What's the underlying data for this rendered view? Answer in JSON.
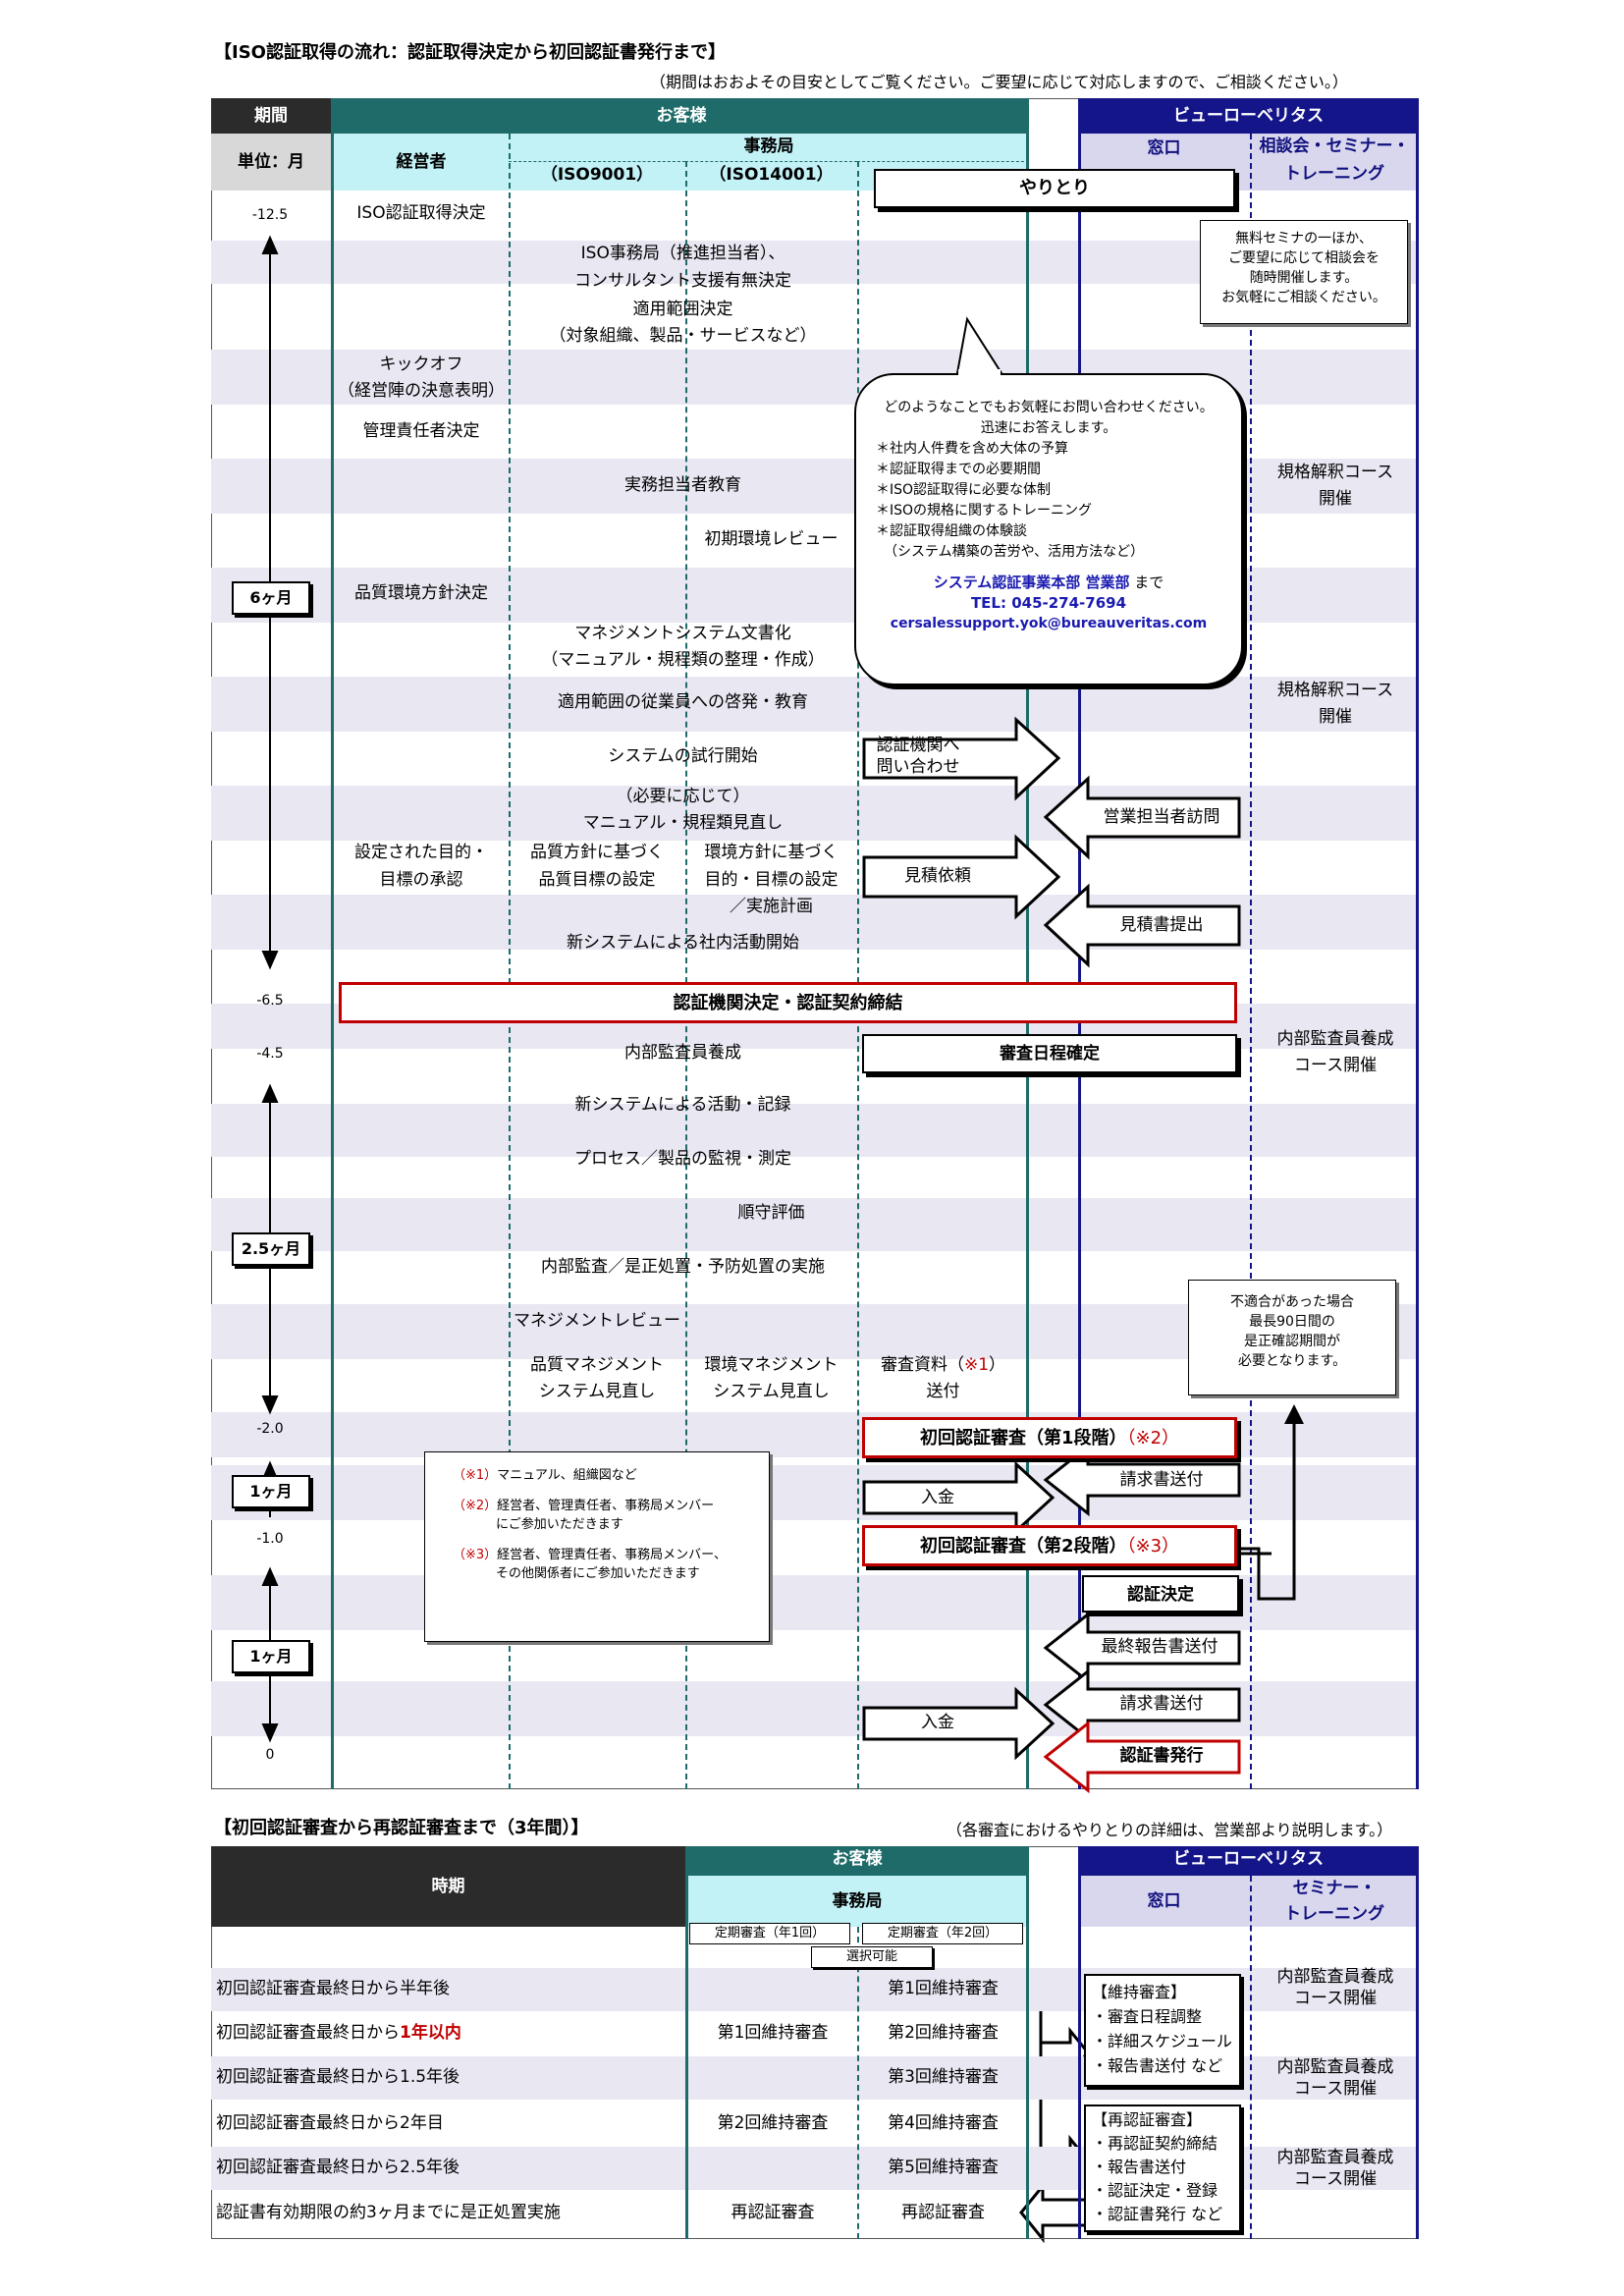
{
  "page": {
    "title1": "【ISO認証取得の流れ：認証取得決定から初回認証書発行まで】",
    "note1": "（期間はおおよその目安としてご覧ください。ご要望に応じて対応しますので、ご相談ください。）",
    "title2": "【初回認証審査から再認証審査まで（3年間）】",
    "note2": "（各審査におけるやりとりの詳細は、営業部より説明します。）"
  },
  "header": {
    "period": "期間",
    "unit": "単位：月",
    "customer": "お客様",
    "executive": "経営者",
    "office": "事務局",
    "iso9001": "（ISO9001）",
    "iso14001": "（ISO14001）",
    "bv": "ビューローベリタス",
    "window": "窓口",
    "consult": "相談会・セミナー・",
    "training": "トレーニング",
    "yaritori": "やりとり"
  },
  "time": {
    "t1": "-12.5",
    "t2": "-6.5",
    "t3": "-4.5",
    "t4": "-2.0",
    "t5": "-1.0",
    "t6": "0",
    "m1": "6ヶ月",
    "m2": "2.5ヶ月",
    "m3": "1ヶ月",
    "m4": "1ヶ月"
  },
  "flow": {
    "r1": "ISO認証取得決定",
    "r2a": "ISO事務局（推進担当者）、",
    "r2b": "コンサルタント支援有無決定",
    "r3a": "適用範囲決定",
    "r3b": "（対象組織、製品・サービスなど）",
    "r4a": "キックオフ",
    "r4b": "（経営陣の決意表明）",
    "r5": "管理責任者決定",
    "r6": "実務担当者教育",
    "r7": "初期環境レビュー",
    "r8": "品質環境方針決定",
    "r9a": "マネジメントシステム文書化",
    "r9b": "（マニュアル・規程類の整理・作成）",
    "r10": "適用範囲の従業員への啓発・教育",
    "r11": "システムの試行開始",
    "r12a": "（必要に応じて）",
    "r12b": "マニュアル・規程類見直し",
    "r13a": "設定された目的・",
    "r13b": "目標の承認",
    "r13c": "品質方針に基づく",
    "r13d": "品質目標の設定",
    "r13e": "環境方針に基づく",
    "r13f": "目的・目標の設定",
    "r13g": "／実施計画",
    "r14": "新システムによる社内活動開始",
    "r15": "認証機関決定・認証契約締結",
    "r16": "内部監査員養成",
    "r16b": "審査日程確定",
    "r17": "新システムによる活動・記録",
    "r18": "プロセス／製品の監視・測定",
    "r19": "順守評価",
    "r20": "内部監査／是正処置・予防処置の実施",
    "r21": "マネジメントレビュー",
    "r22a": "品質マネジメント",
    "r22b": "システム見直し",
    "r22c": "環境マネジメント",
    "r22d": "システム見直し",
    "r22e": "審査資料（",
    "r22f": "※1",
    "r22g": "）",
    "r22h": "送付",
    "audit1": "初回認証審査（第1段階）",
    "audit1n": "（※2）",
    "audit2": "初回認証審査（第2段階）",
    "audit2n": "（※3）",
    "inq1": "認証機関へ",
    "inq2": "問い合わせ",
    "visit": "営業担当者訪問",
    "estreq": "見積依頼",
    "estsub": "見積書提出",
    "invoice": "請求書送付",
    "pay": "入金",
    "decision": "認証決定",
    "report": "最終報告書送付",
    "invoice2": "請求書送付",
    "pay2": "入金",
    "issue": "認証書発行"
  },
  "bv": {
    "seminar": [
      "無料セミナの一ほか、",
      "ご要望に応じて相談会を",
      "随時開催します。",
      "お気軽にご相談ください。"
    ],
    "course1a": "規格解釈コース",
    "course1b": "開催",
    "course2a": "規格解釈コース",
    "course2b": "開催",
    "course3a": "内部監査員養成",
    "course3b": "コース開催",
    "nc": [
      "不適合があった場合",
      "最長90日間の",
      "是正確認期間が",
      "必要となります。"
    ]
  },
  "bubble": {
    "l1": "どのようなことでもお気軽にお問い合わせください。",
    "l2": "迅速にお答えします。",
    "items": [
      "＊社内人件費を含め大体の予算",
      "＊認証取得までの必要期間",
      "＊ISO認証取得に必要な体制",
      "＊ISOの規格に関するトレーニング",
      "＊認証取得組織の体験談",
      "（システム構築の苦労や、活用方法など）"
    ],
    "dept": "システム認証事業本部 営業部",
    "made": "まで",
    "tel": "TEL: 045-274-7694",
    "mail": "cersalessupport.yok@bureauveritas.com"
  },
  "notes": {
    "n1a": "（※1）",
    "n1b": "マニュアル、組織図など",
    "n2a": "（※2）",
    "n2b": "経営者、管理責任者、事務局メンバー",
    "n2c": "にご参加いただきます",
    "n3a": "（※3）",
    "n3b": "経営者、管理責任者、事務局メンバー、",
    "n3c": "その他関係者にご参加いただきます"
  },
  "t2": {
    "period": "時期",
    "customer": "お客様",
    "office": "事務局",
    "bv": "ビューローベリタス",
    "window": "窓口",
    "seminar": "セミナー・",
    "training": "トレーニング",
    "y1": "定期審査（年1回）",
    "y2": "定期審査（年2回）",
    "select": "選択可能",
    "rows": [
      {
        "label": "初回認証審査最終日から半年後",
        "a": "",
        "b": "第1回維持審査"
      },
      {
        "label": "初回認証審査最終日から",
        "red": "1年以内",
        "a": "第1回維持審査",
        "b": "第2回維持審査"
      },
      {
        "label": "初回認証審査最終日から1.5年後",
        "a": "",
        "b": "第3回維持審査"
      },
      {
        "label": "初回認証審査最終日から2年目",
        "a": "第2回維持審査",
        "b": "第4回維持審査"
      },
      {
        "label": "初回認証審査最終日から2.5年後",
        "a": "",
        "b": "第5回維持審査"
      },
      {
        "label": "認証書有効期限の約3ヶ月までに是正処置実施",
        "a": "再認証審査",
        "b": "再認証審査"
      }
    ],
    "maint": [
      "【維持審査】",
      "・審査日程調整",
      "・詳細スケジュール",
      "・報告書送付 など"
    ],
    "recert": [
      "【再認証審査】",
      "・再認証契約締結",
      "・報告書送付",
      "・認証決定・登録",
      "・認証書発行 など"
    ],
    "c1a": "内部監査員養成",
    "c1b": "コース開催",
    "c2a": "内部監査員養成",
    "c2b": "コース開催",
    "c3a": "内部監査員養成",
    "c3b": "コース開催"
  }
}
